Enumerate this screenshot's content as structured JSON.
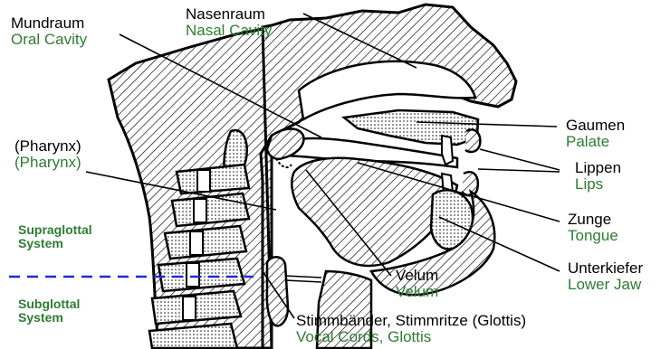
{
  "colors": {
    "line": "#000000",
    "english": "#2e7d32",
    "zone": "#2e7d32",
    "divider": "#1f2ad6",
    "background": "#ffffff"
  },
  "labels": {
    "mundraum": {
      "de": "Mundraum",
      "en": "Oral Cavity"
    },
    "nasenraum": {
      "de": "Nasenraum",
      "en": "Nasal Cavity"
    },
    "pharynx": {
      "de": "(Pharynx)",
      "en": "(Pharynx)"
    },
    "gaumen": {
      "de": "Gaumen",
      "en": "Palate"
    },
    "lippen": {
      "de": "Lippen",
      "en": "Lips"
    },
    "zunge": {
      "de": "Zunge",
      "en": "Tongue"
    },
    "unterkiefer": {
      "de": "Unterkiefer",
      "en": "Lower Jaw"
    },
    "velum": {
      "de": "Velum",
      "en": "Velum"
    },
    "stimmbaender": {
      "de": "Stimmbänder, Stimmritze (Glottis)",
      "en": "Vocal Cords, Glottis"
    }
  },
  "zones": {
    "supraglottal": "Supraglottal System",
    "subglottal": "Subglottal System"
  }
}
